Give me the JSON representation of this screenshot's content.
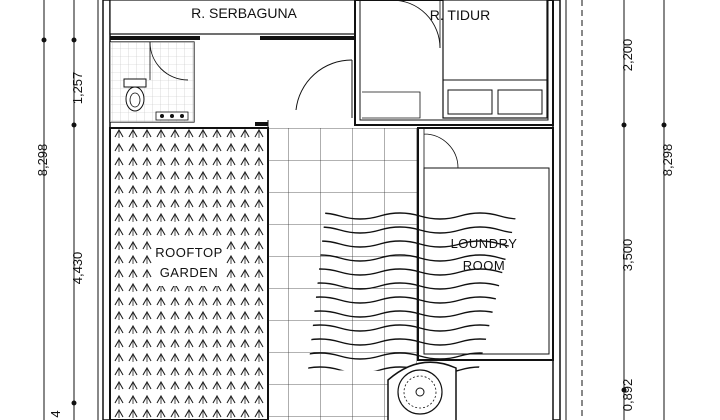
{
  "rooms": {
    "serbaguna": "R. SERBAGUNA",
    "tidur": "R. TIDUR",
    "rooftop_line1": "ROOFTOP",
    "rooftop_line2": "GARDEN",
    "laundry_line1": "LOUNDRY",
    "laundry_line2": "ROOM"
  },
  "dimensions": {
    "left_total": "8,298",
    "left_top": "1,257",
    "left_mid": "4,430",
    "left_bottom": "4",
    "right_top": "2,200",
    "right_total": "8,298",
    "right_mid": "3,500",
    "right_bottom": "0,892"
  }
}
